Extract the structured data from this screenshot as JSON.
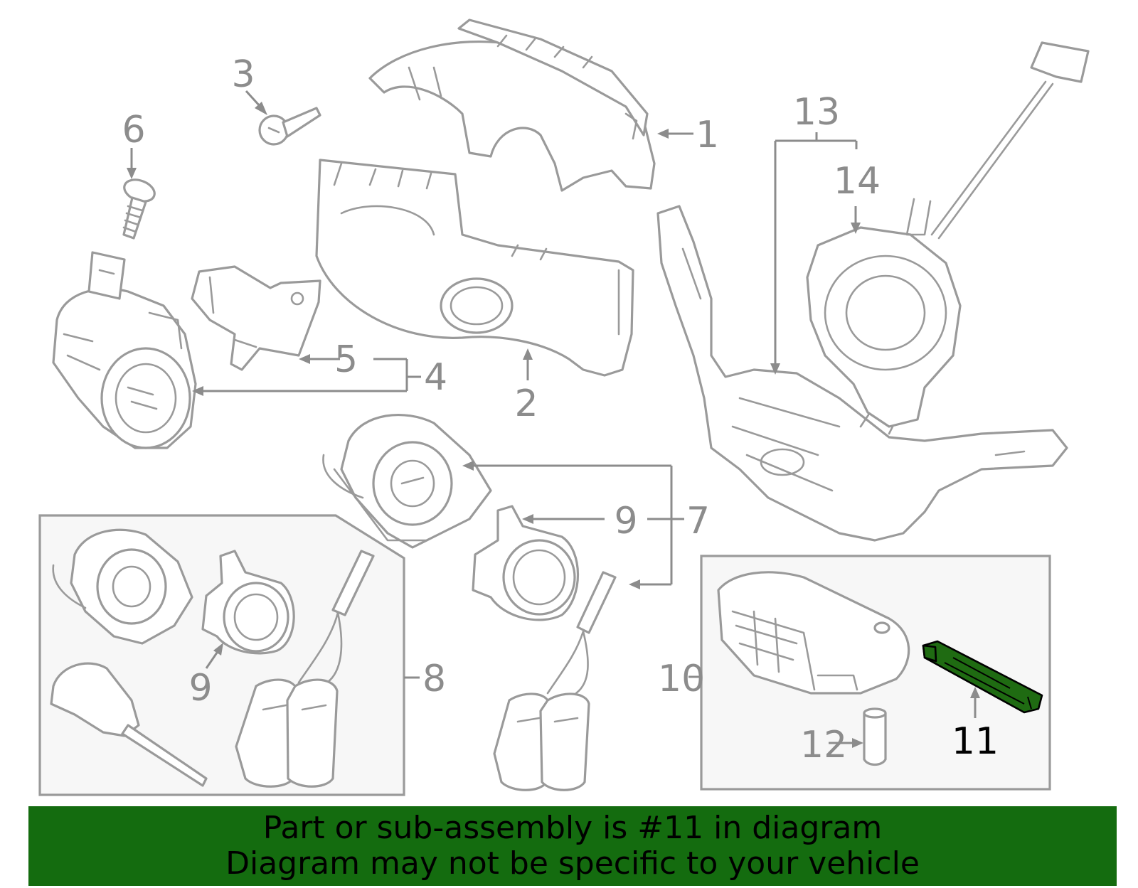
{
  "callouts": {
    "c1": "1",
    "c2": "2",
    "c3": "3",
    "c4": "4",
    "c5": "5",
    "c6": "6",
    "c7": "7",
    "c8": "8",
    "c9a": "9",
    "c9b": "9",
    "c10": "10",
    "c11": "11",
    "c12": "12",
    "c13": "13",
    "c14": "14"
  },
  "highlighted_part": "11",
  "colors": {
    "highlight": "#1f6b12",
    "banner": "#146c0f",
    "line": "#9a9a9a"
  },
  "banner": {
    "line1": "Part or sub-assembly is #11 in diagram",
    "line2": "Diagram may not be specific to your vehicle"
  }
}
